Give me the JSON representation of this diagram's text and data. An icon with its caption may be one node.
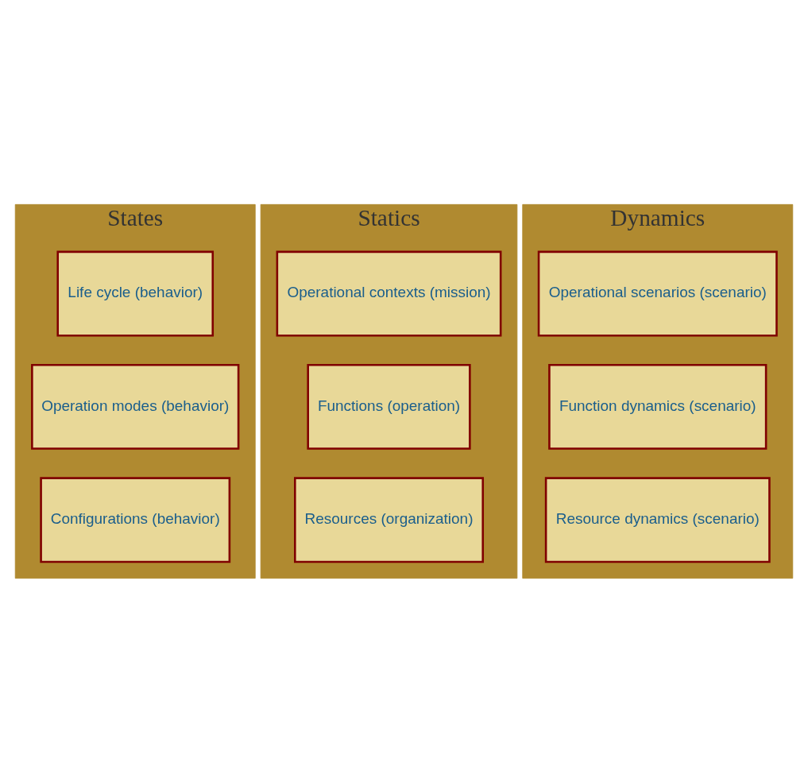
{
  "diagram": {
    "nodes": [
      {
        "text": [
          "States"
        ]
      },
      {
        "text": [
          "Life cycle (behavior)"
        ],
        "in": 0
      },
      {
        "text": [
          "Operation modes (behavior)"
        ],
        "in": 0
      },
      {
        "text": [
          "Configurations (behavior)"
        ],
        "in": 0
      },
      {
        "text": [
          "Statics"
        ]
      },
      {
        "text": [
          "Operational contexts (mission)"
        ],
        "in": 4
      },
      {
        "text": [
          "Functions (operation)"
        ],
        "in": 4
      },
      {
        "text": [
          "Resources (organization)"
        ],
        "in": 4
      },
      {
        "text": [
          "Dynamics"
        ]
      },
      {
        "text": [
          "Operational scenarios (scenario)"
        ],
        "in": 8
      },
      {
        "text": [
          "Function dynamics (scenario)"
        ],
        "in": 8
      },
      {
        "text": [
          "Resource dynamics (scenario)"
        ],
        "in": 8
      }
    ]
  }
}
